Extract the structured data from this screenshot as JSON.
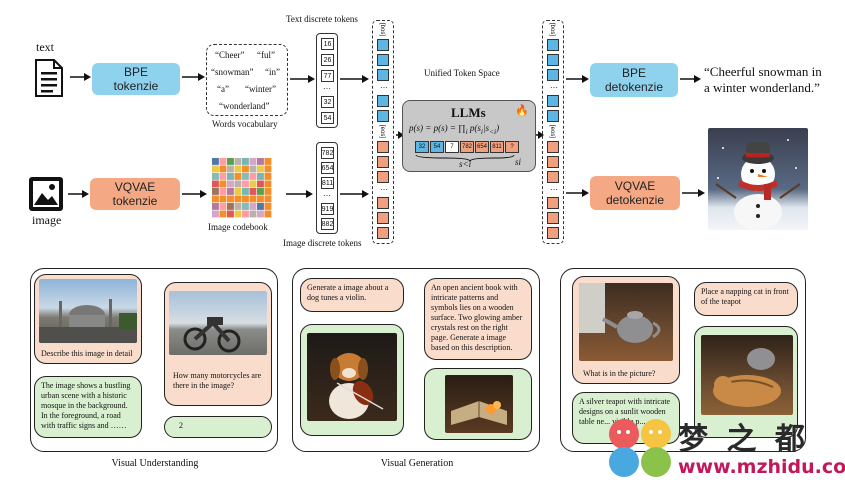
{
  "inputs": {
    "text_label": "text",
    "image_label": "image"
  },
  "boxes": {
    "bpe_tokenizer": "BPE\ntokenzie",
    "vqvae_tokenizer": "VQVAE\ntokenzie",
    "bpe_detokenizer": "BPE\ndetokenzie",
    "vqvae_detokenizer": "VQVAE\ndetokenzie"
  },
  "vocab": {
    "words": [
      "“Cheer”",
      "“ful”",
      "“snowman”",
      "“in”",
      "“a”",
      "“winter”",
      "“wonderland”"
    ],
    "label": "Words vocabulary"
  },
  "codebook_label": "Image codebook",
  "text_tokens": {
    "label": "Text discrete tokens",
    "values": [
      "16",
      "26",
      "77",
      "32",
      "54"
    ]
  },
  "image_tokens": {
    "label": "Image discrete tokens",
    "values": [
      "782",
      "654",
      "811",
      "919",
      "882"
    ]
  },
  "ellipsis": "…",
  "unified_label": "Unified Token Space",
  "llm": {
    "title": "LLMs",
    "formula": "p(s) = p(s) = ∏",
    "formula_sub": "i",
    "formula_rest": " p(s",
    "formula_rest_sub": "i",
    "formula_rest2": "|s",
    "formula_rest2_sub": "<i",
    "formula_end": ")",
    "seq": [
      "32",
      "54",
      "7",
      "782",
      "654",
      "811",
      "?"
    ],
    "s_lt_i": "s<i",
    "s_i": "si",
    "flame": "🔥"
  },
  "bos": "[bos]",
  "eos": "[eos]",
  "output_text": "“Cheerful snowman in\na winter wonderland.”",
  "panels": {
    "understanding": {
      "caption": "Visual Understanding",
      "q1": "Describe this image in detail",
      "a1": "The image shows a bustling urban scene with a historic mosque in the background. In the foreground, a road with traffic signs and ……",
      "q2": "How many motorcycles are there in the image?",
      "a2": "2"
    },
    "generation": {
      "caption": "Visual Generation",
      "p1": "Generate a image about a dog tunes a violin.",
      "p2": "An open ancient book with intricate patterns and symbols lies on a wooden surface. Two glowing amber crystals rest on the right page. Generate a image based on this description."
    },
    "third": {
      "q": "What is in the picture?",
      "a": "A silver teapot with intricate designs on a sunlit wooden table ne... visible p...",
      "p": "Place a napping cat in front of the teapot"
    }
  },
  "watermark": {
    "site": "www.mzhidu.com",
    "brand": "梦 之 都"
  }
}
